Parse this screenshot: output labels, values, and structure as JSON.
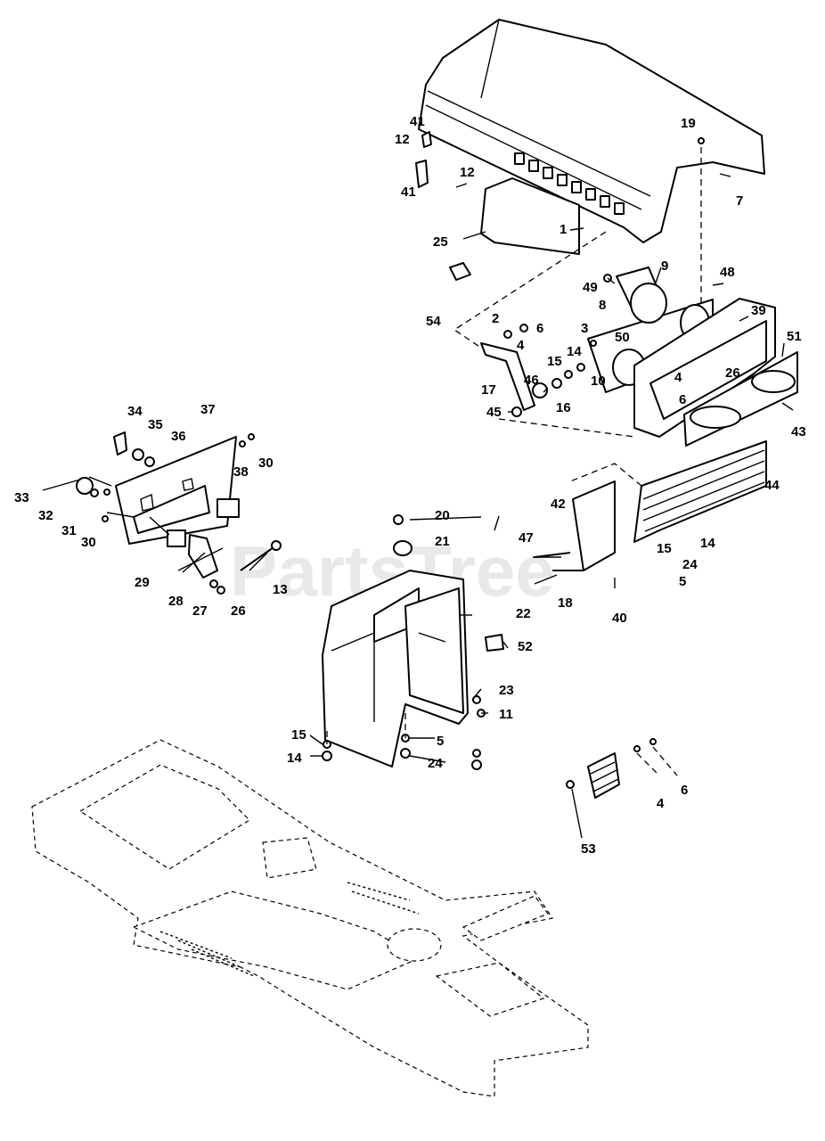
{
  "watermark": "PartsTree",
  "callouts": [
    {
      "id": "c41a",
      "text": "41"
    },
    {
      "id": "c12a",
      "text": "12"
    },
    {
      "id": "c41b",
      "text": "41"
    },
    {
      "id": "c12b",
      "text": "12"
    },
    {
      "id": "c25",
      "text": "25"
    },
    {
      "id": "c1",
      "text": "1"
    },
    {
      "id": "c19",
      "text": "19"
    },
    {
      "id": "c7",
      "text": "7"
    },
    {
      "id": "c9",
      "text": "9"
    },
    {
      "id": "c48",
      "text": "48"
    },
    {
      "id": "c49",
      "text": "49"
    },
    {
      "id": "c8",
      "text": "8"
    },
    {
      "id": "c54",
      "text": "54"
    },
    {
      "id": "c2",
      "text": "2"
    },
    {
      "id": "c6a",
      "text": "6"
    },
    {
      "id": "c4a",
      "text": "4"
    },
    {
      "id": "c3",
      "text": "3"
    },
    {
      "id": "c50",
      "text": "50"
    },
    {
      "id": "c39",
      "text": "39"
    },
    {
      "id": "c51",
      "text": "51"
    },
    {
      "id": "c14a",
      "text": "14"
    },
    {
      "id": "c15a",
      "text": "15"
    },
    {
      "id": "c10",
      "text": "10"
    },
    {
      "id": "c4b",
      "text": "4"
    },
    {
      "id": "c26a",
      "text": "26"
    },
    {
      "id": "c6b",
      "text": "6"
    },
    {
      "id": "c17",
      "text": "17"
    },
    {
      "id": "c46",
      "text": "46"
    },
    {
      "id": "c16",
      "text": "16"
    },
    {
      "id": "c45",
      "text": "45"
    },
    {
      "id": "c43",
      "text": "43"
    },
    {
      "id": "c34",
      "text": "34"
    },
    {
      "id": "c37",
      "text": "37"
    },
    {
      "id": "c35",
      "text": "35"
    },
    {
      "id": "c36",
      "text": "36"
    },
    {
      "id": "c38",
      "text": "38"
    },
    {
      "id": "c30a",
      "text": "30"
    },
    {
      "id": "c33",
      "text": "33"
    },
    {
      "id": "c32",
      "text": "32"
    },
    {
      "id": "c31",
      "text": "31"
    },
    {
      "id": "c30b",
      "text": "30"
    },
    {
      "id": "c44",
      "text": "44"
    },
    {
      "id": "c42",
      "text": "42"
    },
    {
      "id": "c20",
      "text": "20"
    },
    {
      "id": "c47",
      "text": "47"
    },
    {
      "id": "c21",
      "text": "21"
    },
    {
      "id": "c15b",
      "text": "15"
    },
    {
      "id": "c14b",
      "text": "14"
    },
    {
      "id": "c24a",
      "text": "24"
    },
    {
      "id": "c5a",
      "text": "5"
    },
    {
      "id": "c29",
      "text": "29"
    },
    {
      "id": "c13",
      "text": "13"
    },
    {
      "id": "c28",
      "text": "28"
    },
    {
      "id": "c27",
      "text": "27"
    },
    {
      "id": "c26b",
      "text": "26"
    },
    {
      "id": "c18",
      "text": "18"
    },
    {
      "id": "c40",
      "text": "40"
    },
    {
      "id": "c22",
      "text": "22"
    },
    {
      "id": "c52",
      "text": "52"
    },
    {
      "id": "c23",
      "text": "23"
    },
    {
      "id": "c11",
      "text": "11"
    },
    {
      "id": "c15c",
      "text": "15"
    },
    {
      "id": "c5b",
      "text": "5"
    },
    {
      "id": "c14c",
      "text": "14"
    },
    {
      "id": "c24b",
      "text": "24"
    },
    {
      "id": "c4c",
      "text": "4"
    },
    {
      "id": "c6c",
      "text": "6"
    },
    {
      "id": "c53",
      "text": "53"
    }
  ]
}
